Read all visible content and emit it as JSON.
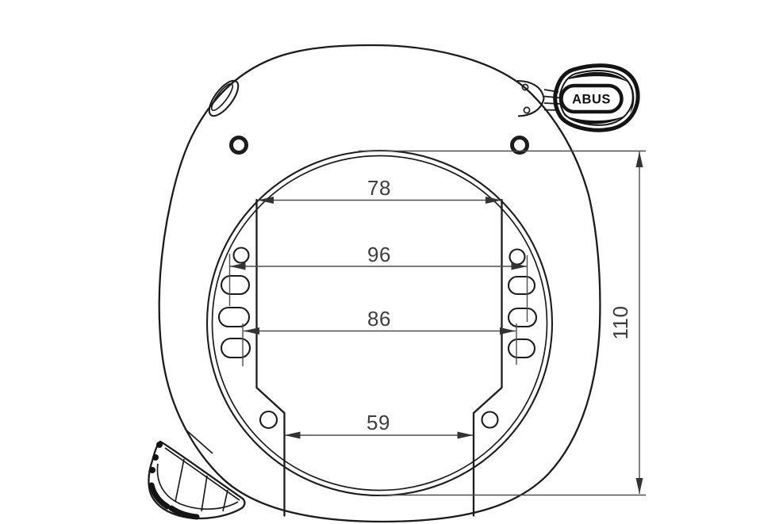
{
  "drawing": {
    "brand_label": "ABUS",
    "dimensions": {
      "plate_edge_width": {
        "label": "78"
      },
      "outer_slot_span": {
        "label": "96"
      },
      "inner_slot_span": {
        "label": "86"
      },
      "leg_gap": {
        "label": "59"
      },
      "opening_height": {
        "label": "110"
      }
    },
    "colors": {
      "outline": "#1c1c1c",
      "dimension_line": "#4d4d4d",
      "dimension_text": "#3f3f3f",
      "background": "#ffffff"
    }
  }
}
